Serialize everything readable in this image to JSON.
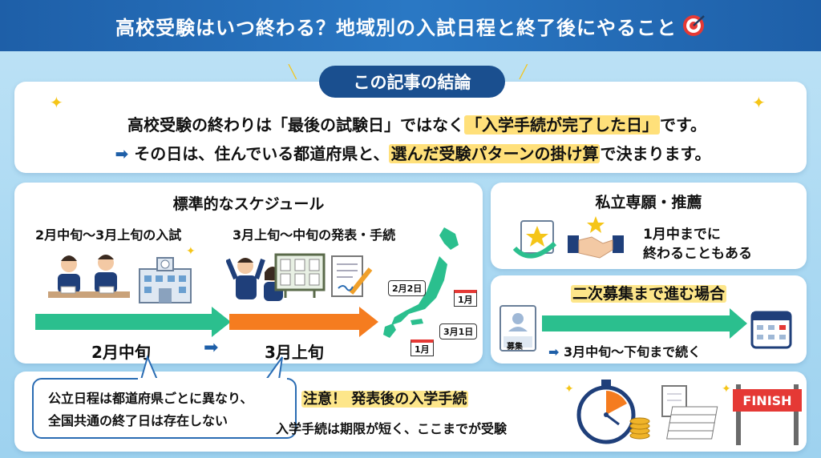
{
  "header": {
    "title": "高校受験はいつ終わる？地域別の入試日程と終了後にやること"
  },
  "conclusion": {
    "label": "この記事の結論",
    "line1_a": "高校受験の終わりは「最後の試験日」ではなく",
    "line1_hl": "「入学手続が完了した日」",
    "line1_b": "です。",
    "line2_a": "その日は、住んでいる都道府県と、",
    "line2_hl": "選んだ受験パターンの掛け算",
    "line2_b": "で決まります。"
  },
  "schedule": {
    "title": "標準的なスケジュール",
    "col1_caption": "2月中旬〜3月上旬の入試",
    "col2_caption": "3月上旬〜中旬の発表・手続",
    "label_feb": "2月中旬",
    "label_mar": "3月上旬",
    "map_labels": [
      "2月2日",
      "1月",
      "3月1日",
      "1月"
    ]
  },
  "private": {
    "title": "私立専願・推薦",
    "text1": "1月中までに",
    "text2": "終わることもある"
  },
  "second": {
    "title": "二次募集まで進む場合",
    "doc_label": "募集",
    "text": "3月中旬〜下旬まで続く"
  },
  "bottom": {
    "bubble1": "公立日程は都道府県ごとに異なり、",
    "bubble2": "全国共通の終了日は存在しない",
    "note_title": "注意！ 発表後の入学手続",
    "note_text": "入学手続は期限が短く、ここまでが受験",
    "finish": "FINISH"
  },
  "colors": {
    "header": "#1e5fa8",
    "navy": "#1a4f8f",
    "green": "#2bbf8e",
    "orange": "#f57c1f",
    "highlight": "#ffe07a"
  }
}
